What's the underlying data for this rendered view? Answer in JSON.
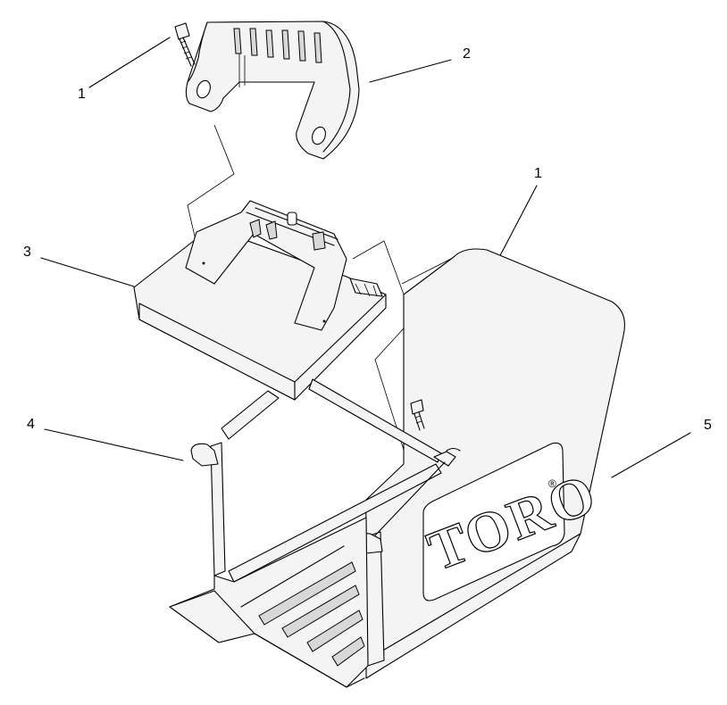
{
  "callouts": {
    "c1a": "1",
    "c2": "2",
    "c3": "3",
    "c1b": "1",
    "c4": "4",
    "c5": "5"
  },
  "logo": {
    "text": "TORO",
    "mark": "®"
  }
}
